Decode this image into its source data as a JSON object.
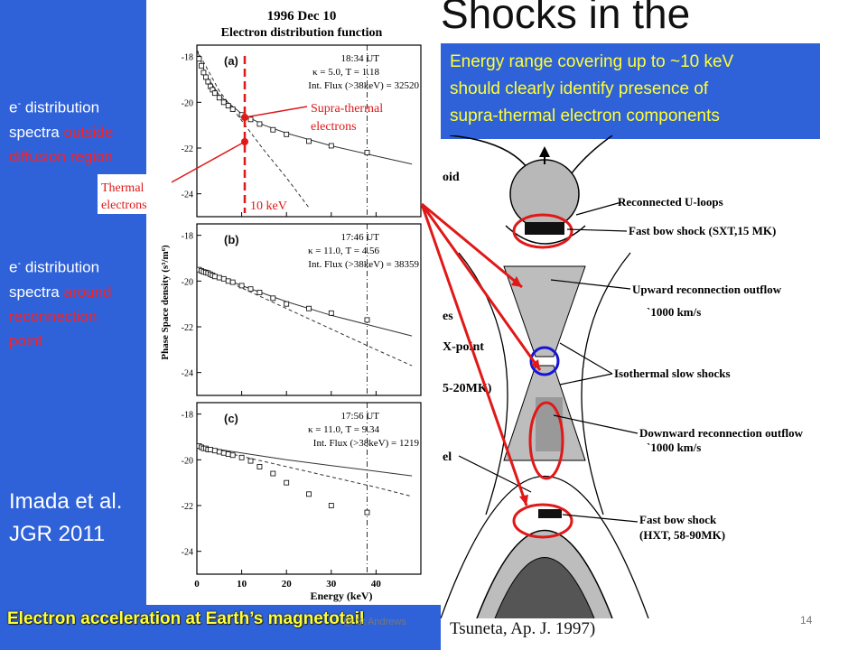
{
  "slide": {
    "title": "Shocks in the",
    "energy_box": [
      "Energy range covering up to ~10 keV",
      "should clearly identify presence of",
      "supra-thermal electron components"
    ],
    "side_label_1": {
      "prefix": "e",
      "sup": "-",
      "line1": " distribution",
      "line2a": "spectra ",
      "line2b": "outside",
      "line3": "diffusion region"
    },
    "side_label_2": {
      "prefix": "e",
      "sup": "-",
      "line1": " distribution",
      "line2a": "spectra ",
      "line2b": "around",
      "line3": "reconnection",
      "line4": "point"
    },
    "reference": [
      "Imada et al.",
      "JGR 2011"
    ],
    "footer_title": "Electron acceleration at Earth’s magnetotail",
    "footer_center": "@ St Andrews",
    "page_number": "14",
    "citation": "Tsuneta, Ap. J. 1997)"
  },
  "figure": {
    "title": "1996 Dec 10",
    "subtitle": "Electron distribution function",
    "ylabel": "Phase Space density (s³/m⁶)",
    "xlabel": "Energy (keV)",
    "x_ticks": [
      "0",
      "10",
      "20",
      "30",
      "40"
    ],
    "y_ticks": [
      "-18",
      "-20",
      "-22",
      "-24"
    ],
    "annotations": {
      "supra_thermal": [
        "Supra-thermal",
        "electrons"
      ],
      "thermal": [
        "Thermal",
        "electrons"
      ],
      "ten_kev": "10 keV"
    },
    "panels": [
      {
        "tag": "(a)",
        "time": "18:34 UT",
        "params": "κ = 5.0, T = 1.18",
        "flux": "Int. Flux (>38keV) = 32520"
      },
      {
        "tag": "(b)",
        "time": "17:46 UT",
        "params": "κ = 11.0, T = 4.56",
        "flux": "Int. Flux (>38keV) = 38359"
      },
      {
        "tag": "(c)",
        "time": "17:56 UT",
        "params": "κ = 11.0, T = 9.34",
        "flux": "Int. Flux (>38keV) = 1219"
      }
    ]
  },
  "diagram": {
    "labels": [
      "oid",
      "Reconnected U-loops",
      "Fast bow shock (SXT,15 MK)",
      "Upward reconnection outflow",
      "`1000 km/s",
      "es",
      "X-point",
      "Isothermal  slow shocks",
      "5-20MK)",
      "Downward reconnection outflow",
      "`1000 km/s",
      "el",
      "Fast bow shock",
      "(HXT, 58-90MK)"
    ]
  },
  "chart_data": [
    {
      "type": "scatter",
      "title": "(a) 18:34 UT",
      "xlabel": "Energy (keV)",
      "ylabel": "Phase Space density (s³/m⁶)",
      "xlim": [
        0,
        50
      ],
      "ylim": [
        -25,
        -17.5
      ],
      "points": {
        "x": [
          0.5,
          1,
          1.5,
          2,
          2.5,
          3,
          3.5,
          4,
          5,
          6,
          7,
          8,
          10,
          12,
          14,
          17,
          20,
          25,
          30,
          38
        ],
        "y": [
          -18.1,
          -18.4,
          -18.7,
          -18.9,
          -19.1,
          -19.3,
          -19.45,
          -19.6,
          -19.8,
          -20.0,
          -20.15,
          -20.3,
          -20.55,
          -20.75,
          -20.95,
          -21.2,
          -21.4,
          -21.7,
          -21.9,
          -22.2
        ]
      },
      "fit_solid": {
        "x": [
          0,
          2,
          5,
          10,
          15,
          20,
          30,
          40,
          48
        ],
        "y": [
          -17.7,
          -18.8,
          -19.7,
          -20.5,
          -21.0,
          -21.35,
          -21.9,
          -22.35,
          -22.7
        ]
      },
      "fit_dashed": {
        "x": [
          0,
          5,
          10,
          15,
          20,
          25
        ],
        "y": [
          -17.7,
          -19.5,
          -20.8,
          -22.1,
          -23.3,
          -24.6
        ]
      }
    },
    {
      "type": "scatter",
      "title": "(b) 17:46 UT",
      "xlabel": "Energy (keV)",
      "ylabel": "Phase Space density (s³/m⁶)",
      "xlim": [
        0,
        50
      ],
      "ylim": [
        -25,
        -17.5
      ],
      "points": {
        "x": [
          0.5,
          1,
          1.5,
          2,
          2.5,
          3,
          3.5,
          4,
          5,
          6,
          7,
          8,
          10,
          12,
          14,
          17,
          20,
          25,
          30,
          38
        ],
        "y": [
          -19.5,
          -19.55,
          -19.6,
          -19.62,
          -19.65,
          -19.7,
          -19.75,
          -19.8,
          -19.85,
          -19.9,
          -20.0,
          -20.05,
          -20.2,
          -20.35,
          -20.5,
          -20.75,
          -21.0,
          -21.2,
          -21.4,
          -21.7
        ]
      },
      "fit_solid": {
        "x": [
          0,
          5,
          10,
          20,
          30,
          40,
          48
        ],
        "y": [
          -19.4,
          -19.8,
          -20.2,
          -20.9,
          -21.5,
          -22.0,
          -22.4
        ]
      },
      "fit_dashed": {
        "x": [
          0,
          10,
          20,
          30,
          40,
          48
        ],
        "y": [
          -19.4,
          -20.3,
          -21.2,
          -22.1,
          -23.0,
          -23.7
        ]
      }
    },
    {
      "type": "scatter",
      "title": "(c) 17:56 UT",
      "xlabel": "Energy (keV)",
      "ylabel": "Phase Space density (s³/m⁶)",
      "xlim": [
        0,
        50
      ],
      "ylim": [
        -25,
        -17.5
      ],
      "points": {
        "x": [
          0.5,
          1,
          1.5,
          2,
          2.5,
          3,
          4,
          5,
          6,
          7,
          8,
          10,
          12,
          14,
          17,
          20,
          25,
          30,
          38
        ],
        "y": [
          -19.4,
          -19.45,
          -19.5,
          -19.5,
          -19.55,
          -19.55,
          -19.6,
          -19.65,
          -19.7,
          -19.75,
          -19.8,
          -19.9,
          -20.05,
          -20.3,
          -20.6,
          -21.0,
          -21.5,
          -22.0,
          -22.3
        ]
      },
      "fit_solid": {
        "x": [
          0,
          10,
          20,
          30,
          40,
          48
        ],
        "y": [
          -19.4,
          -19.7,
          -20.0,
          -20.25,
          -20.5,
          -20.7
        ]
      },
      "fit_dashed": {
        "x": [
          0,
          10,
          20,
          30,
          40,
          48
        ],
        "y": [
          -19.4,
          -19.85,
          -20.3,
          -20.75,
          -21.2,
          -21.6
        ]
      }
    }
  ]
}
